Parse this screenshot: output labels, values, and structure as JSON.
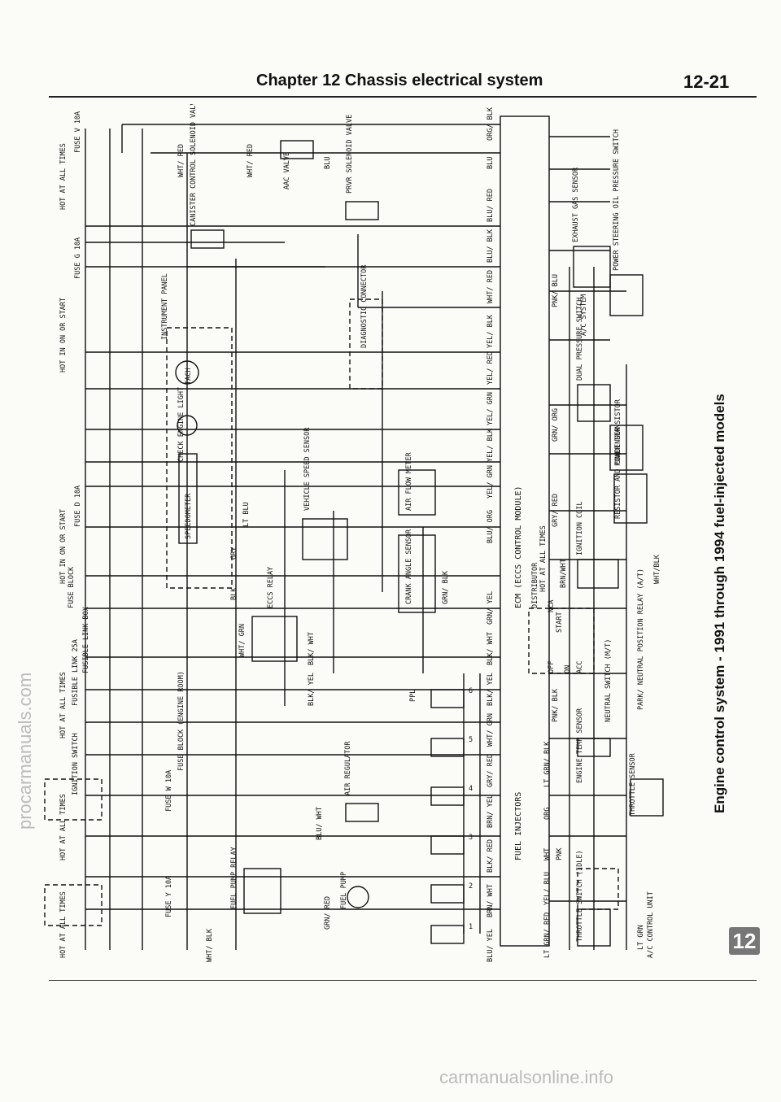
{
  "header": {
    "chapter": "Chapter 12  Chassis electrical system",
    "page": "12-21"
  },
  "caption": "Engine control system - 1991 through 1994 fuel-injected models",
  "tab": "12",
  "watermarks": {
    "left": "procarmanuals.com",
    "bottom": "carmanualsonline.info"
  },
  "labels": {
    "ecm": "ECM (ECCS CONTROL MODULE)",
    "fuel_injectors": "FUEL INJECTORS",
    "hot1": "HOT AT ALL TIMES",
    "hot2": "HOT IN ON OR START",
    "hot3": "HOT IN ON OR START",
    "hot4": "HOT AT ALL TIMES",
    "hot5": "HOT AT ALL TIMES",
    "hot6": "HOT AT ALL TIMES",
    "hot7": "HOT AT ALL TIMES",
    "fuse_v": "FUSE V 10A",
    "fuse_g": "FUSE G 10A",
    "fuse_d": "FUSE D 10A",
    "fuse_block": "FUSE BLOCK",
    "fusible_link": "FUSIBLE LINK 25A",
    "fusible_link_box": "FUSIBLE LINK BOX",
    "fuse_w": "FUSE W 10A",
    "fuse_y": "FUSE Y 10A",
    "fuse_block_engine": "FUSE BLOCK (ENGINE ROOM)",
    "ignition_switch": "IGNITION SWITCH",
    "aac_valve": "AAC VALVE",
    "prvr_valve": "PRVR SOLENOID VALVE",
    "canister": "CANISTER CONTROL SOLENOID VALVE",
    "instrument_panel": "INSTRUMENT PANEL",
    "tach": "TACH",
    "check_engine": "CHECK ENGINE LIGHT",
    "speedometer": "SPEEDOMETER",
    "diagnostic": "DIAGNOSTIC CONNECTOR",
    "vehicle_speed": "VEHICLE SPEED SENSOR",
    "air_flow": "AIR FLOW METER",
    "crank_angle": "CRANK ANGLE SENSOR",
    "eccs_relay": "ECCS RELAY",
    "air_regulator": "AIR REGULATOR",
    "fuel_pump": "FUEL PUMP",
    "fuel_pump_relay": "FUEL PUMP RELAY",
    "exhaust_sensor": "EXHAUST GAS SENSOR",
    "power_steering": "POWER STEERING OIL PRESSURE SWITCH",
    "ac_system": "A/C SYSTEM",
    "dual_pressure": "DUAL PRESSURE SWITCH",
    "power_transistor": "POWER TRANSISTOR",
    "resistor": "RESISTOR AND CONDENSER",
    "ignition_coil": "IGNITION COIL",
    "distributor": "DISTRIBUTOR",
    "nca": "NCA",
    "neutral_switch": "NEUTRAL SWITCH (M/T)",
    "park_neutral": "PARK/ NEUTRAL POSITION RELAY (A/T)",
    "engine_temp": "ENGINE TEMP SENSOR",
    "throttle_sensor": "THROTTLE SENSOR",
    "throttle_switch": "THROTTLE SWITCH (IDLE)",
    "ac_control": "A/C CONTROL UNIT",
    "start": "START",
    "on": "ON",
    "off": "OFF",
    "acc": "ACC",
    "ppl": "PPL"
  },
  "wires": {
    "org_blk": "ORG/ BLK",
    "wht_red": "WHT/ RED",
    "blu": "BLU",
    "blu_red": "BLU/ RED",
    "blu_blk": "BLU/ BLK",
    "yel_blk": "YEL/ BLK",
    "yel_red": "YEL/ RED",
    "yel_grn": "YEL/ GRN",
    "blu_org": "BLU/ ORG",
    "lt_blu": "LT BLU",
    "gry": "GRY",
    "blk": "BLK",
    "wht_grn": "WHT/ GRN",
    "blk_wht": "BLK/ WHT",
    "blk_yel": "BLK/ YEL",
    "grn_yel": "GRN/ YEL",
    "grn_blk": "GRN/ BLK",
    "gry_red": "GRY/ RED",
    "brn_yel": "BRN/ YEL",
    "blk_red": "BLK/ RED",
    "brn_wht": "BRN/ WHT",
    "blu_yel": "BLU/ YEL",
    "grn_red": "GRN/ RED",
    "blu_wht": "BLU/ WHT",
    "wht_blk": "WHT/ BLK",
    "pnk_blu": "PNK/ BLU",
    "grn_org": "GRN/ ORG",
    "gry_red2": "GRY/ RED",
    "pnk_blk": "PNK/ BLK",
    "lt_grn_blk": "LT GRN/ BLK",
    "org": "ORG",
    "wht": "WHT",
    "pnk": "PNK",
    "yel_blu": "YEL/ BLU",
    "lt_grn_red": "LT GRN/ RED",
    "brn_wht2": "BRN/WHT",
    "wht_blk2": "WHT/BLK",
    "lt_grn": "LT GRN"
  },
  "injectors": [
    "1",
    "2",
    "3",
    "4",
    "5",
    "6"
  ]
}
